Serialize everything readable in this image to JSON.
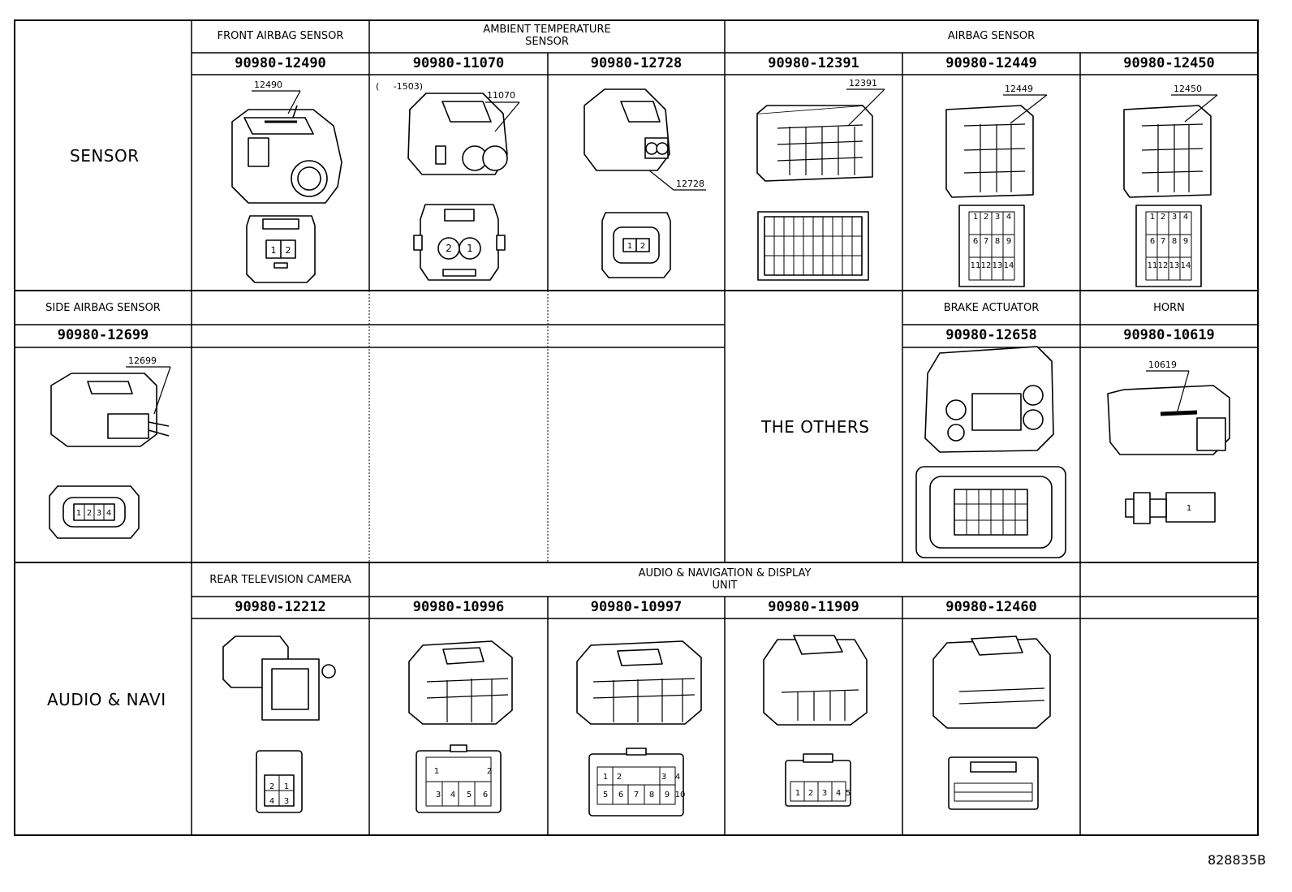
{
  "categories": {
    "sensor": "SENSOR",
    "the_others": "THE OTHERS",
    "audio_navi": "AUDIO & NAVI"
  },
  "groups": {
    "front_airbag_sensor": "FRONT AIRBAG SENSOR",
    "ambient_temperature_sensor": "AMBIENT TEMPERATURE\nSENSOR",
    "airbag_sensor": "AIRBAG SENSOR",
    "side_airbag_sensor": "SIDE AIRBAG SENSOR",
    "brake_actuator": "BRAKE ACTUATOR",
    "horn": "HORN",
    "rear_television_camera": "REAR TELEVISION CAMERA",
    "audio_nav_display_unit": "AUDIO & NAVIGATION & DISPLAY\nUNIT"
  },
  "parts": {
    "p12490": "90980-12490",
    "p11070": "90980-11070",
    "p12728": "90980-12728",
    "p12391": "90980-12391",
    "p12449": "90980-12449",
    "p12450": "90980-12450",
    "p12699": "90980-12699",
    "p12658": "90980-12658",
    "p10619": "90980-10619",
    "p12212": "90980-12212",
    "p10996": "90980-10996",
    "p10997": "90980-10997",
    "p11909": "90980-11909",
    "p12460": "90980-12460"
  },
  "callouts": {
    "c12490": "12490",
    "c11070": "11070",
    "c11070_range": "(     -1503)",
    "c12728": "12728",
    "c12391": "12391",
    "c12449": "12449",
    "c12450": "12450",
    "c12699": "12699",
    "c10619": "10619"
  },
  "doc_id": "828835B"
}
